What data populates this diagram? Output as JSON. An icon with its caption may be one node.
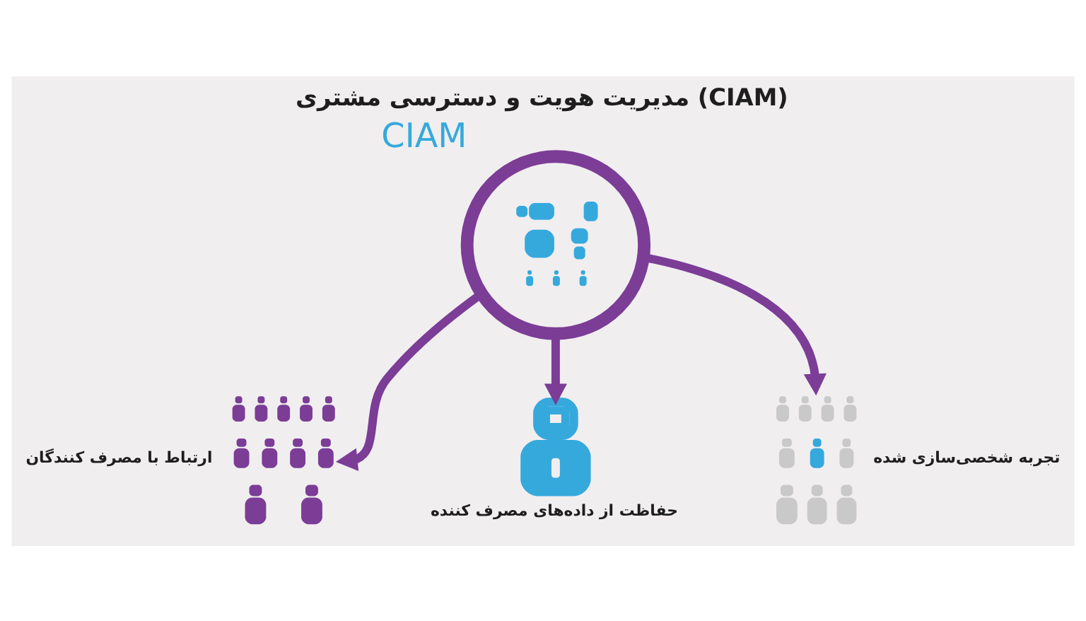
{
  "diagram": {
    "title": "مدیریت هویت و دسترسی مشتری (CIAM)",
    "nodes": [
      {
        "text": [],
        "shape": "picture",
        "beside": [
          "ارتباط با مصرف کنندگان"
        ]
      },
      {
        "text": [],
        "shape": "circle",
        "beside": [
          "CIAM"
        ]
      },
      {
        "text": [],
        "shape": "picture",
        "beside": [
          "تجربه شخصی‌سازی شده"
        ]
      },
      {
        "text": [],
        "shape": "picture",
        "beside": [
          "حفاظت از داده‌های مصرف کننده"
        ]
      }
    ],
    "edges": [
      {
        "from": 1,
        "to": 0,
        "arrow": "to"
      },
      {
        "from": 1,
        "to": 3,
        "arrow": "to"
      },
      {
        "from": 1,
        "to": 2,
        "arrow": "to"
      }
    ]
  }
}
